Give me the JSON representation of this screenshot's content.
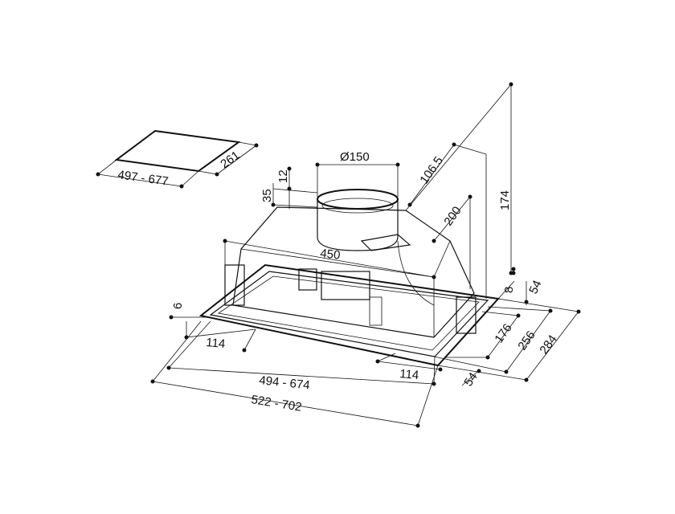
{
  "panel": {
    "width": "497 - 677",
    "depth": "261"
  },
  "dimensions": {
    "duct_diameter": "Ø150",
    "d12": "12",
    "d35": "35",
    "d106": "106.5",
    "d200": "200",
    "height": "174",
    "d450": "450",
    "d8": "8",
    "d54_top": "54",
    "d176": "176",
    "d256": "256",
    "d284": "284",
    "d54_bottom": "54",
    "d6": "6",
    "d114_left": "114",
    "d114_right": "114",
    "inner_width": "494 - 674",
    "outer_width": "522 - 702"
  }
}
